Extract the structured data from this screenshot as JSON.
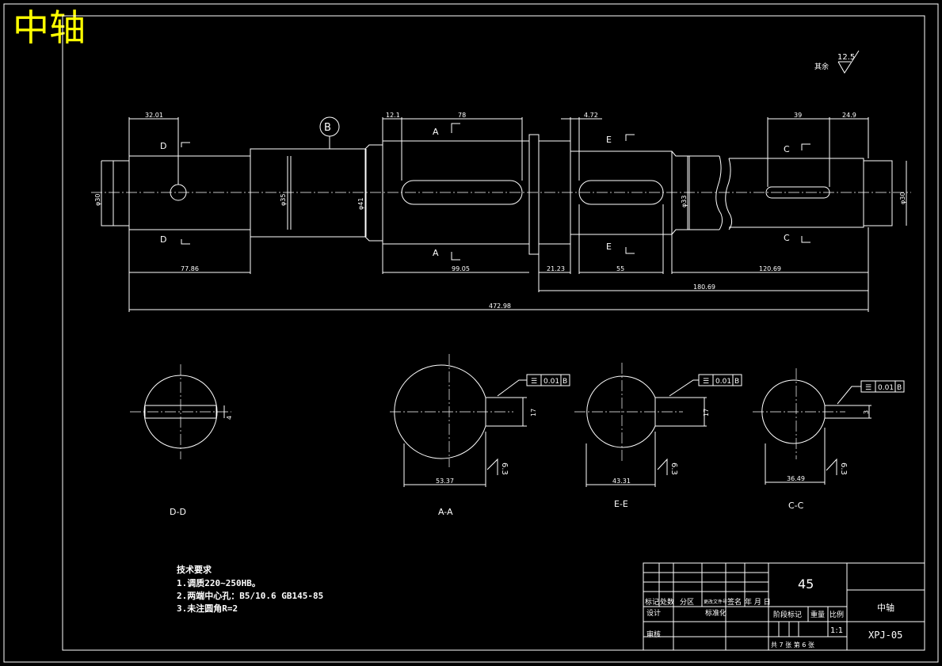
{
  "title": "中轴",
  "roughness": {
    "label": "其余",
    "value": "12.5"
  },
  "datum": "B",
  "dims_top": [
    "32.01",
    "12.1",
    "78",
    "4.72",
    "39",
    "24.9"
  ],
  "dims_bottom": [
    "77.86",
    "99.05",
    "21.23",
    "55",
    "120.69",
    "180.69",
    "472.98"
  ],
  "diameters": [
    "φ30",
    "φ35",
    "φ41",
    "φ33",
    "φ30"
  ],
  "sections": {
    "dd": {
      "label": "D-D",
      "letter": "D",
      "dim": "4"
    },
    "aa": {
      "label": "A-A",
      "letter": "A",
      "width": "53.37",
      "key": "17",
      "tol": "0.01",
      "ref": "B",
      "rough": "6.3"
    },
    "ee": {
      "label": "E-E",
      "letter": "E",
      "width": "43.31",
      "key": "17",
      "tol": "0.01",
      "ref": "B",
      "rough": "6.3"
    },
    "cc": {
      "label": "C-C",
      "letter": "C",
      "width": "36.49",
      "key": "3",
      "tol": "0.01",
      "ref": "B",
      "rough": "6.3"
    }
  },
  "requirements": {
    "heading": "技术要求",
    "items": [
      "1.调质220~250HB。",
      "2.两端中心孔：B5/10.6 GB145-85",
      "3.未注圆角R=2"
    ]
  },
  "title_block": {
    "material": "45",
    "part_name": "中轴",
    "drawing_no": "XPJ-05",
    "scale": "1:1",
    "mark": "标记",
    "count": "处数",
    "zone": "分区",
    "change_doc": "更改文件号",
    "signature": "签名",
    "date": "年 月 日",
    "designer": "设计",
    "standardization": "标准化",
    "stage_mark": "阶段标记",
    "weight": "重量",
    "ratio": "比例",
    "review": "审核",
    "sheets": "共 7 张  第 6 张"
  }
}
